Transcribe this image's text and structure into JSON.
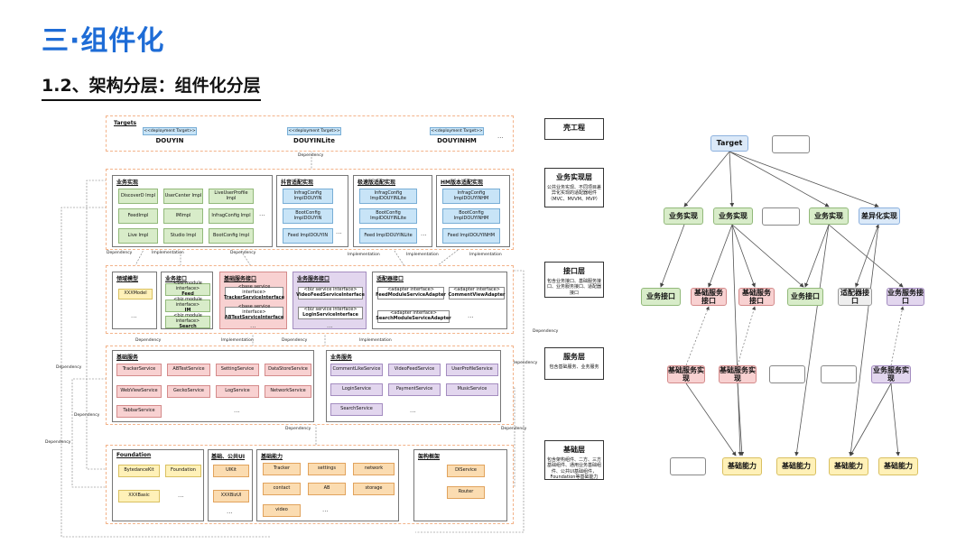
{
  "title": "三·组件化",
  "subtitle": "1.2、架构分层：组件化分层",
  "arch": {
    "targets_label": "Targets",
    "deploy_tag": "<<deployment Target>>",
    "target_names": [
      "DOUYIN",
      "DOUYINLite",
      "DOUYINHM"
    ],
    "dependency": "Dependency",
    "implementation": "Implementation",
    "ellipsis": "...",
    "biz_impl_label": "业务实现",
    "biz_impl_items": [
      "DiscoverD Impl",
      "UserCenter Impl",
      "LiveUserProfile Impl",
      "FeedImpl",
      "IMImpl",
      "InfragConfig Impl",
      "Live Impl",
      "Studio Impl",
      "BootConfig Impl"
    ],
    "douyin_adapt_label": "抖音适配实现",
    "douyin_adapt_items": [
      "InfragConfig ImplDOUYIN",
      "BootConfig ImplDOUYIN",
      "Feed ImplDOUYIN"
    ],
    "lite_adapt_label": "极速版适配实现",
    "lite_adapt_items": [
      "InfragConfig ImplDOUYINLite",
      "BootConfig ImplDOUYINLite",
      "Feed ImplDOUYINLite"
    ],
    "hm_adapt_label": "HM版本适配实现",
    "hm_adapt_items": [
      "InfragConfig ImplDOUYINHM",
      "BootConfig ImplDOUYINHM",
      "Feed ImplDOUYINHM"
    ],
    "domain_model_label": "领域模型",
    "domain_model_item": "XXXModel",
    "biz_iface_label": "业务接口",
    "biz_iface_tag": "<biz module interface>",
    "biz_iface_items": [
      "Feed",
      "IM",
      "Search"
    ],
    "base_service_iface_label": "基础服务接口",
    "base_iface_tag": "<base service interface>",
    "base_service_iface_items": [
      "TrackerServiceInterface",
      "ABTestServiceInterface"
    ],
    "biz_service_iface_label": "业务服务接口",
    "biz_service_tag": "<biz service interface>",
    "biz_service_iface_items": [
      "VideoFeedServiceInterface",
      "LoginServiceInterface"
    ],
    "adapter_iface_label": "适配器接口",
    "adapter_tag": "<adapter interface>",
    "adapter_iface_items": [
      "FeedModuleServiceAdapter",
      "CommentViewAdapter",
      "SearchModuleServiceAdapter"
    ],
    "base_service_label": "基础服务",
    "base_service_items": [
      "TrackerService",
      "ABTestService",
      "SettingService",
      "DataStoreService",
      "WebViewService",
      "GeckoService",
      "LogService",
      "NetworkService",
      "TabbarService"
    ],
    "biz_service_label": "业务服务",
    "biz_service_items": [
      "CommentLikeService",
      "VideoFeedService",
      "UserProfileService",
      "LoginService",
      "PaymentService",
      "MusicService",
      "SearchService"
    ],
    "foundation_label": "Foundation",
    "foundation_items": [
      "BytedanceKit",
      "Foundation",
      "XXXBasic"
    ],
    "base_ui_label": "基础、公共UI",
    "base_ui_items": [
      "UIKit",
      "XXXBizUI"
    ],
    "base_ability_label": "基础能力",
    "base_ability_items": [
      "Tracker",
      "settings",
      "network",
      "contact",
      "AB",
      "storage",
      "video"
    ],
    "framework_label": "架构框架",
    "framework_items": [
      "DIService",
      "Router"
    ]
  },
  "side_labels": [
    {
      "head": "壳工程",
      "desc": ""
    },
    {
      "head": "业务实现层",
      "desc": "公共业务实现、不同项目差异化实现的适配器组件（MVC、MVVM、MVP）"
    },
    {
      "head": "接口层",
      "desc": "包含业务接口、基础服务接口、业务服务接口、适配器接口"
    },
    {
      "head": "服务层",
      "desc": "包含基础服务、业务服务"
    },
    {
      "head": "基础层",
      "desc": "包含架构组件、二方、三方基础组件、通用业务基础组件、公共UI基础组件，Foundation等基础能力"
    }
  ],
  "graph": {
    "target": "Target",
    "row2": [
      "业务实现",
      "业务实现",
      "业务实现",
      "差异化实现"
    ],
    "row3": [
      "业务接口",
      "基础服务接口",
      "基础服务接口",
      "业务接口",
      "适配器接口",
      "业务服务接口"
    ],
    "row4": [
      "基础服务实现",
      "基础服务实现",
      "业务服务实现"
    ],
    "row5": [
      "基础能力",
      "基础能力",
      "基础能力",
      "基础能力"
    ]
  },
  "colors": {
    "title": "#1e6cd6",
    "green": "#d8ecc9",
    "red": "#f8d1d1",
    "purple": "#e2d6ee",
    "yellow": "#fff1b8",
    "blue": "#c8e4f7",
    "orange": "#fbdcb1"
  }
}
